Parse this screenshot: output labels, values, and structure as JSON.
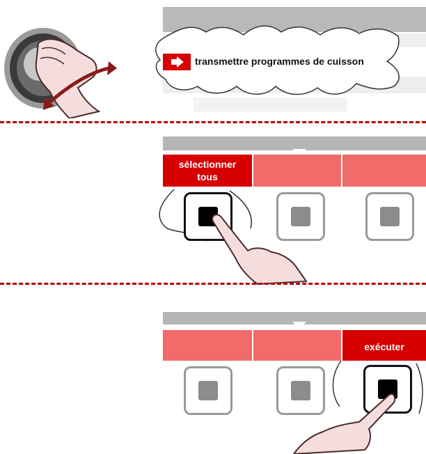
{
  "step1": {
    "menu_item_label": "transmettre programmes de cuisson",
    "knob_icon": "rotary-knob-icon",
    "arrow_icon": "double-arrow-icon"
  },
  "step2": {
    "button_label_line1": "sélectionner",
    "button_label_line2": "tous",
    "selected_button_index": 1
  },
  "step3": {
    "button_label": "exécuter",
    "selected_button_index": 3
  },
  "colors": {
    "accent": "#d60000",
    "soft_red": "#f26b6b",
    "separator": "#b30000",
    "grey_bar": "#b5b5b5"
  }
}
